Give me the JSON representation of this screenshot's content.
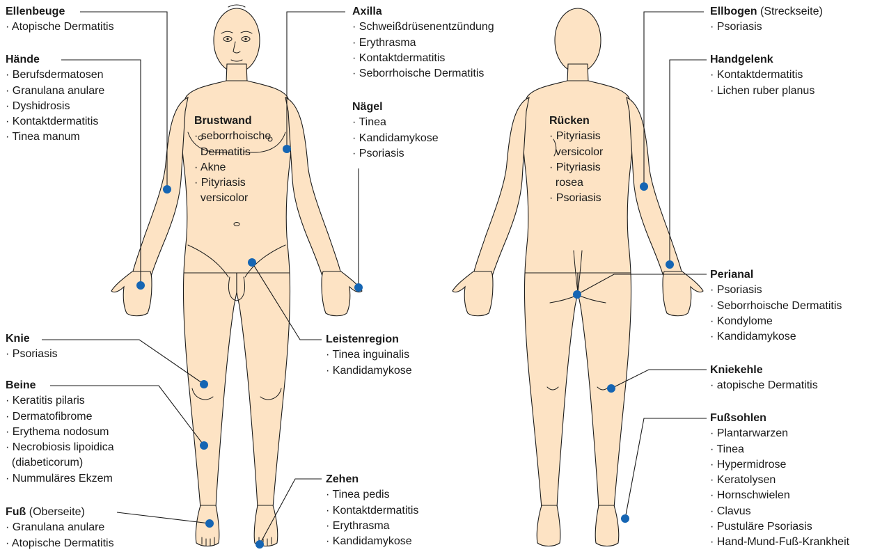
{
  "dot_color": "#1565b3",
  "skin_color": "#fde3c4",
  "front_labels": [
    {
      "id": "ellenbeuge",
      "title": "Ellenbeuge",
      "items": [
        "· Atopische Dermatitis"
      ]
    },
    {
      "id": "haende",
      "title": "Hände",
      "items": [
        "· Berufsdermatosen",
        "· Granulana anulare",
        "· Dyshidrosis",
        "· Kontaktdermatitis",
        "· Tinea manum"
      ]
    },
    {
      "id": "knie",
      "title": "Knie",
      "items": [
        "· Psoriasis"
      ]
    },
    {
      "id": "beine",
      "title": "Beine",
      "items": [
        "· Keratitis pilaris",
        "· Dermatofibrome",
        "· Erythema nodosum",
        "· Necrobiosis lipoidica",
        "  (diabeticorum)",
        "· Nummuläres Ekzem"
      ]
    },
    {
      "id": "fuss",
      "title": "Fuß",
      "suffix": " (Oberseite)",
      "items": [
        "· Granulana anulare",
        "· Atopische Dermatitis"
      ]
    },
    {
      "id": "axilla",
      "title": "Axilla",
      "items": [
        "· Schweißdrüsenentzündung",
        "· Erythrasma",
        "· Kontaktdermatitis",
        "· Seborrhoische Dermatitis"
      ]
    },
    {
      "id": "naegel",
      "title": "Nägel",
      "items": [
        "· Tinea",
        "· Kandidamykose",
        "· Psoriasis"
      ]
    },
    {
      "id": "brustwand",
      "title": "Brustwand",
      "items": [
        "· seborrhoische",
        "  Dermatitis",
        "· Akne",
        "· Pityriasis",
        "  versicolor"
      ]
    },
    {
      "id": "leistenregion",
      "title": "Leistenregion",
      "items": [
        "· Tinea inguinalis",
        "· Kandidamykose"
      ]
    },
    {
      "id": "zehen",
      "title": "Zehen",
      "items": [
        "· Tinea pedis",
        "· Kontaktdermatitis",
        "· Erythrasma",
        "· Kandidamykose"
      ]
    }
  ],
  "back_labels": [
    {
      "id": "ruecken",
      "title": "Rücken",
      "items": [
        "· Pityriasis",
        "  versicolor",
        "· Pityriasis",
        "  rosea",
        "· Psoriasis"
      ]
    },
    {
      "id": "ellbogen",
      "title": "Ellbogen",
      "suffix": " (Streckseite)",
      "items": [
        "· Psoriasis"
      ]
    },
    {
      "id": "handgelenk",
      "title": "Handgelenk",
      "items": [
        "· Kontaktdermatitis",
        "· Lichen ruber planus"
      ]
    },
    {
      "id": "perianal",
      "title": "Perianal",
      "items": [
        "· Psoriasis",
        "· Seborrhoische Dermatitis",
        "· Kondylome",
        "· Kandidamykose"
      ]
    },
    {
      "id": "kniekehle",
      "title": "Kniekehle",
      "items": [
        "· atopische Dermatitis"
      ]
    },
    {
      "id": "fusssohlen",
      "title": "Fußsohlen",
      "items": [
        "· Plantarwarzen",
        "· Tinea",
        "· Hypermidrose",
        "· Keratolysen",
        "· Hornschwielen",
        "· Clavus",
        "· Pustuläre Psoriasis",
        "· Hand-Mund-Fuß-Krankheit"
      ]
    }
  ]
}
